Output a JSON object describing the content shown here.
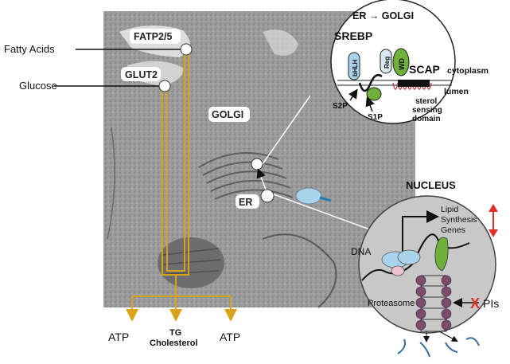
{
  "inputs": {
    "fatty_acids": "Fatty Acids",
    "glucose": "Glucose"
  },
  "transporters": {
    "fatp": "FATP2/5",
    "glut": "GLUT2"
  },
  "organelles": {
    "golgi": "GOLGI",
    "er": "ER",
    "nucleus": "NUCLEUS"
  },
  "outputs": {
    "atp_left": "ATP",
    "tg_line1": "TG",
    "tg_line2": "Cholesterol",
    "atp_right": "ATP"
  },
  "inset_er_golgi": {
    "title": "ER → GOLGI",
    "srebp": "SREBP",
    "scap": "SCAP",
    "cytoplasm": "cytoplasm",
    "lumen": "lumen",
    "bhlh": "bHLH",
    "reg": "Reg",
    "wd": "WD",
    "s2p": "S2P",
    "s1p": "S1P",
    "sterol1": "sterol",
    "sterol2": "sensing",
    "sterol3": "domain"
  },
  "inset_nucleus": {
    "genes1": "Lipid",
    "genes2": "Synthesis",
    "genes3": "Genes",
    "dna": "DNA",
    "proteasome": "Proteasome",
    "pis": "PIs",
    "x_mark": "X"
  },
  "colors": {
    "orange_line": "#d9a21b",
    "srebp_blue": "#a9d3ea",
    "scap_green": "#6fb03a",
    "proteasome_purple": "#7a4e6a",
    "nucleus_grey": "#c8c8c8",
    "red_arrow": "#e0302a",
    "micrograph_grey": "#9a9a9a"
  }
}
